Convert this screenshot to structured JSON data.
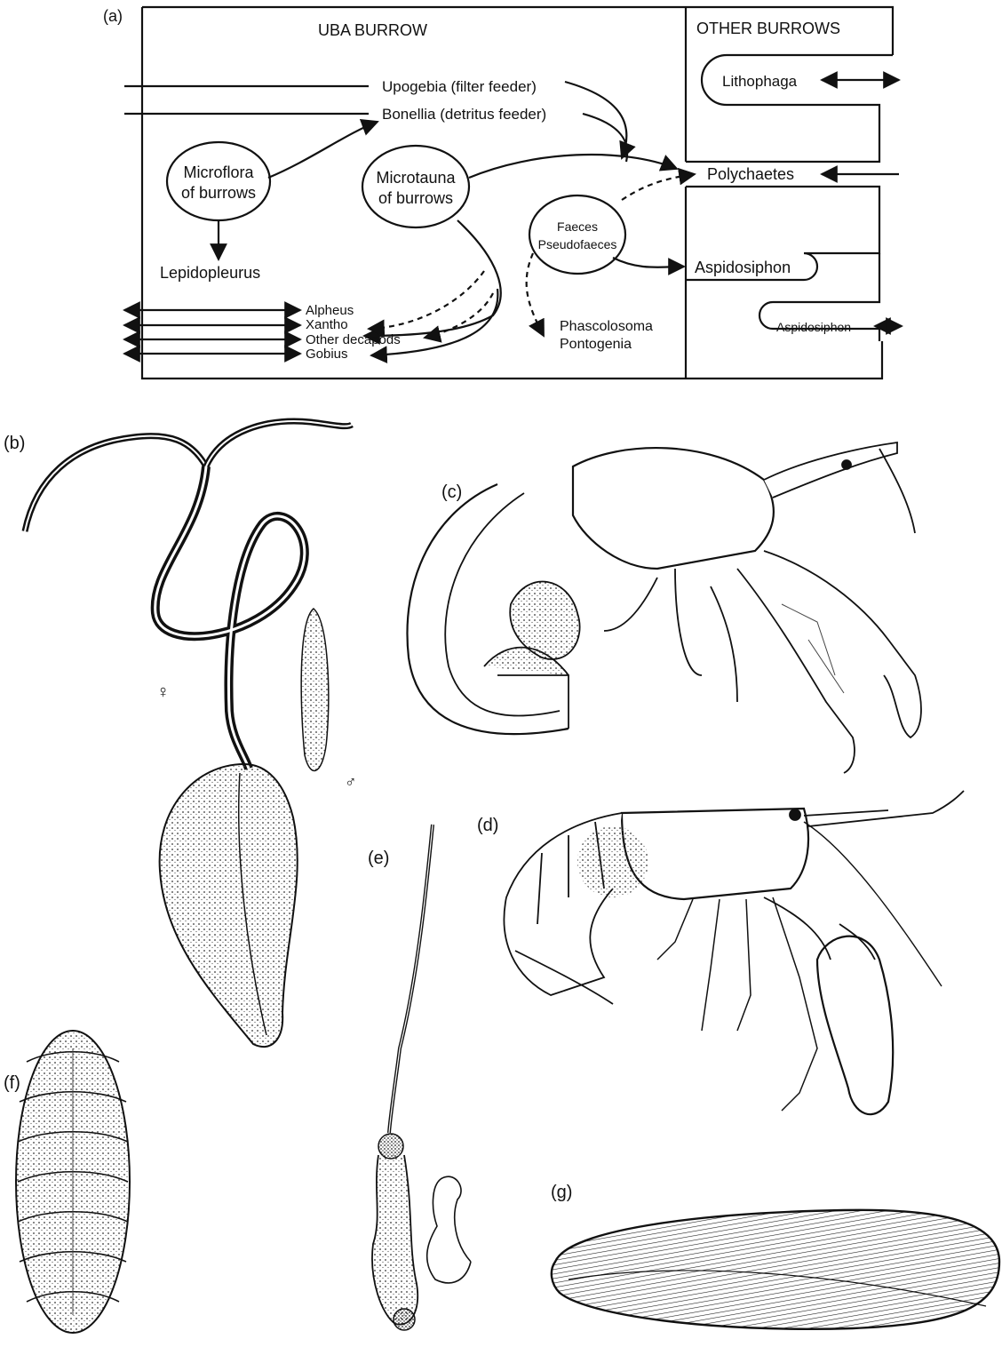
{
  "panels": {
    "a": "(a)",
    "b": "(b)",
    "c": "(c)",
    "d": "(d)",
    "e": "(e)",
    "f": "(f)",
    "g": "(g)"
  },
  "diagram": {
    "uba_title": "UBA BURROW",
    "other_title": "OTHER BURROWS",
    "upogebia": "Upogebia (filter feeder)",
    "bonellia": "Bonellia (detritus feeder)",
    "microflora_line1": "Microflora",
    "microflora_line2": "of burrows",
    "microfauna_line1": "Microtauna",
    "microfauna_line2": "of burrows",
    "faeces_line1": "Faeces",
    "faeces_line2": "Pseudofaeces",
    "lepidopleurus": "Lepidopleurus",
    "lithophaga": "Lithophaga",
    "polychaetes": "Polychaetes",
    "aspidosiphon_big": "Aspidosiphon",
    "aspidosiphon_small": "Aspidosiphon",
    "alpheus": "Alpheus",
    "xantho": "Xantho",
    "other_decapods": "Other decapods",
    "gobius": "Gobius",
    "phascolosoma": "Phascolosoma",
    "pontogenia": "Pontogenia"
  },
  "sex_symbols": {
    "female": "♀",
    "male": "♂"
  }
}
